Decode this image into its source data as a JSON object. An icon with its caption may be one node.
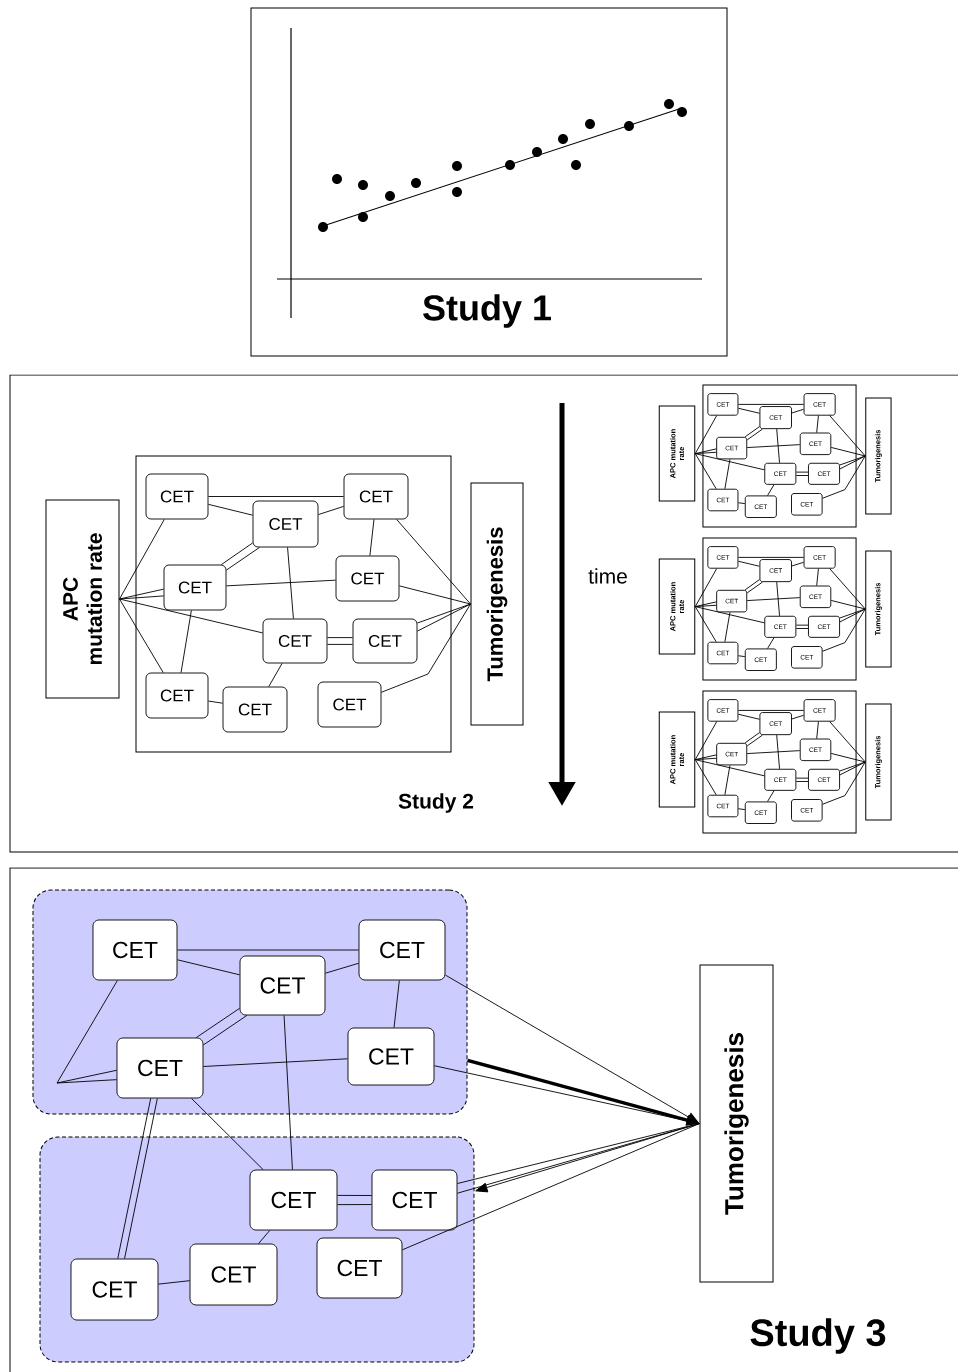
{
  "diagram": {
    "nodes": [
      {
        "text": [
          "Study 1"
        ]
      },
      {
        "text": [
          "Study 2"
        ]
      },
      {
        "text": [
          "APC mutation rate"
        ],
        "in": 1
      },
      {
        "text": [],
        "shape": "box",
        "in": 1
      },
      {
        "text": [
          "CET"
        ],
        "in": 3
      },
      {
        "text": [
          "CET"
        ],
        "in": 3
      },
      {
        "text": [
          "CET"
        ],
        "in": 3
      },
      {
        "text": [
          "CET"
        ],
        "in": 3
      },
      {
        "text": [
          "CET"
        ],
        "in": 3
      },
      {
        "text": [
          "CET"
        ],
        "in": 3
      },
      {
        "text": [
          "CET"
        ],
        "in": 3
      },
      {
        "text": [
          "CET"
        ],
        "in": 3
      },
      {
        "text": [
          "CET"
        ],
        "in": 3
      },
      {
        "text": [
          "CET"
        ],
        "in": 3
      },
      {
        "text": [
          "Tumorigenesis"
        ],
        "in": 1
      },
      {
        "text": [
          "APC mutation rate"
        ],
        "in": 1
      },
      {
        "text": [],
        "shape": "box",
        "in": 1
      },
      {
        "text": [
          "CET"
        ],
        "in": 16
      },
      {
        "text": [
          "CET"
        ],
        "in": 16
      },
      {
        "text": [
          "CET"
        ],
        "in": 16
      },
      {
        "text": [
          "CET"
        ],
        "in": 16
      },
      {
        "text": [
          "CET"
        ],
        "in": 16
      },
      {
        "text": [
          "CET"
        ],
        "in": 16
      },
      {
        "text": [
          "CET"
        ],
        "in": 16
      },
      {
        "text": [
          "CET"
        ],
        "in": 16
      },
      {
        "text": [
          "CET"
        ],
        "in": 16
      },
      {
        "text": [
          "CET"
        ],
        "in": 16
      },
      {
        "text": [
          "Tumorigenesis"
        ],
        "in": 1
      },
      {
        "text": [
          "APC mutation rate"
        ],
        "in": 1
      },
      {
        "text": [],
        "shape": "box",
        "in": 1
      },
      {
        "text": [
          "CET"
        ],
        "in": 29
      },
      {
        "text": [
          "CET"
        ],
        "in": 29
      },
      {
        "text": [
          "CET"
        ],
        "in": 29
      },
      {
        "text": [
          "CET"
        ],
        "in": 29
      },
      {
        "text": [
          "CET"
        ],
        "in": 29
      },
      {
        "text": [
          "CET"
        ],
        "in": 29
      },
      {
        "text": [
          "CET"
        ],
        "in": 29
      },
      {
        "text": [
          "CET"
        ],
        "in": 29
      },
      {
        "text": [
          "CET"
        ],
        "in": 29
      },
      {
        "text": [
          "CET"
        ],
        "in": 29
      },
      {
        "text": [
          "Tumorigenesis"
        ],
        "in": 1
      },
      {
        "text": [
          "APC mutation rate"
        ],
        "in": 1
      },
      {
        "text": [],
        "shape": "box",
        "in": 1
      },
      {
        "text": [
          "CET"
        ],
        "in": 42
      },
      {
        "text": [
          "CET"
        ],
        "in": 42
      },
      {
        "text": [
          "CET"
        ],
        "in": 42
      },
      {
        "text": [
          "CET"
        ],
        "in": 42
      },
      {
        "text": [
          "CET"
        ],
        "in": 42
      },
      {
        "text": [
          "CET"
        ],
        "in": 42
      },
      {
        "text": [
          "CET"
        ],
        "in": 42
      },
      {
        "text": [
          "CET"
        ],
        "in": 42
      },
      {
        "text": [
          "CET"
        ],
        "in": 42
      },
      {
        "text": [
          "CET"
        ],
        "in": 42
      },
      {
        "text": [
          "Tumorigenesis"
        ],
        "in": 1
      },
      {
        "text": [
          "Study 3"
        ]
      },
      {
        "text": [],
        "shape": "box",
        "in": 54
      },
      {
        "text": [
          "CET"
        ],
        "in": 55
      },
      {
        "text": [
          "CET"
        ],
        "in": 55
      },
      {
        "text": [
          "CET"
        ],
        "in": 55
      },
      {
        "text": [
          "CET"
        ],
        "in": 55
      },
      {
        "text": [
          "CET"
        ],
        "in": 55
      },
      {
        "text": [],
        "shape": "box",
        "in": 54
      },
      {
        "text": [
          "CET"
        ],
        "in": 61
      },
      {
        "text": [
          "CET"
        ],
        "in": 61
      },
      {
        "text": [
          "CET"
        ],
        "in": 61
      },
      {
        "text": [
          "CET"
        ],
        "in": 61
      },
      {
        "text": [
          "CET"
        ],
        "in": 61
      },
      {
        "text": [
          "Tumorigenesis"
        ],
        "in": 54
      }
    ],
    "edges": [
      {
        "from": 2,
        "to": 4,
        "arrow": "none"
      },
      {
        "from": 2,
        "to": 7,
        "arrow": "none"
      },
      {
        "from": 2,
        "to": 7,
        "arrow": "none"
      },
      {
        "from": 2,
        "to": 9,
        "arrow": "none"
      },
      {
        "from": 2,
        "to": 11,
        "arrow": "none"
      },
      {
        "from": 4,
        "to": 6,
        "arrow": "none"
      },
      {
        "from": 4,
        "to": 5,
        "arrow": "none"
      },
      {
        "from": 5,
        "to": 6,
        "arrow": "none"
      },
      {
        "from": 5,
        "to": 7,
        "arrow": "none"
      },
      {
        "from": 5,
        "to": 7,
        "arrow": "none"
      },
      {
        "from": 7,
        "to": 8,
        "arrow": "none"
      },
      {
        "from": 5,
        "to": 9,
        "arrow": "none"
      },
      {
        "from": 6,
        "to": 8,
        "arrow": "none"
      },
      {
        "from": 9,
        "to": 10,
        "arrow": "none"
      },
      {
        "from": 9,
        "to": 10,
        "arrow": "none"
      },
      {
        "from": 7,
        "to": 11,
        "arrow": "none"
      },
      {
        "from": 9,
        "to": 12,
        "arrow": "none"
      },
      {
        "from": 11,
        "to": 12,
        "arrow": "none"
      },
      {
        "from": 6,
        "to": 14,
        "arrow": "none"
      },
      {
        "from": 8,
        "to": 14,
        "arrow": "none"
      },
      {
        "from": 10,
        "to": 14,
        "arrow": "none"
      },
      {
        "from": 10,
        "to": 14,
        "arrow": "none"
      },
      {
        "from": 13,
        "to": 14,
        "arrow": "none"
      },
      {
        "from": 15,
        "to": 17,
        "arrow": "none"
      },
      {
        "from": 15,
        "to": 20,
        "arrow": "none"
      },
      {
        "from": 15,
        "to": 20,
        "arrow": "none"
      },
      {
        "from": 15,
        "to": 22,
        "arrow": "none"
      },
      {
        "from": 15,
        "to": 24,
        "arrow": "none"
      },
      {
        "from": 17,
        "to": 19,
        "arrow": "none"
      },
      {
        "from": 17,
        "to": 18,
        "arrow": "none"
      },
      {
        "from": 18,
        "to": 19,
        "arrow": "none"
      },
      {
        "from": 18,
        "to": 20,
        "arrow": "none"
      },
      {
        "from": 18,
        "to": 20,
        "arrow": "none"
      },
      {
        "from": 20,
        "to": 21,
        "arrow": "none"
      },
      {
        "from": 18,
        "to": 22,
        "arrow": "none"
      },
      {
        "from": 19,
        "to": 21,
        "arrow": "none"
      },
      {
        "from": 22,
        "to": 23,
        "arrow": "none"
      },
      {
        "from": 22,
        "to": 23,
        "arrow": "none"
      },
      {
        "from": 20,
        "to": 24,
        "arrow": "none"
      },
      {
        "from": 22,
        "to": 25,
        "arrow": "none"
      },
      {
        "from": 24,
        "to": 25,
        "arrow": "none"
      },
      {
        "from": 19,
        "to": 27,
        "arrow": "none"
      },
      {
        "from": 21,
        "to": 27,
        "arrow": "none"
      },
      {
        "from": 23,
        "to": 27,
        "arrow": "none"
      },
      {
        "from": 23,
        "to": 27,
        "arrow": "none"
      },
      {
        "from": 26,
        "to": 27,
        "arrow": "none"
      },
      {
        "from": 28,
        "to": 30,
        "arrow": "none"
      },
      {
        "from": 28,
        "to": 33,
        "arrow": "none"
      },
      {
        "from": 28,
        "to": 33,
        "arrow": "none"
      },
      {
        "from": 28,
        "to": 35,
        "arrow": "none"
      },
      {
        "from": 28,
        "to": 37,
        "arrow": "none"
      },
      {
        "from": 30,
        "to": 32,
        "arrow": "none"
      },
      {
        "from": 30,
        "to": 31,
        "arrow": "none"
      },
      {
        "from": 31,
        "to": 32,
        "arrow": "none"
      },
      {
        "from": 31,
        "to": 33,
        "arrow": "none"
      },
      {
        "from": 31,
        "to": 33,
        "arrow": "none"
      },
      {
        "from": 33,
        "to": 34,
        "arrow": "none"
      },
      {
        "from": 31,
        "to": 35,
        "arrow": "none"
      },
      {
        "from": 32,
        "to": 34,
        "arrow": "none"
      },
      {
        "from": 35,
        "to": 36,
        "arrow": "none"
      },
      {
        "from": 35,
        "to": 36,
        "arrow": "none"
      },
      {
        "from": 33,
        "to": 37,
        "arrow": "none"
      },
      {
        "from": 35,
        "to": 38,
        "arrow": "none"
      },
      {
        "from": 37,
        "to": 38,
        "arrow": "none"
      },
      {
        "from": 32,
        "to": 40,
        "arrow": "none"
      },
      {
        "from": 34,
        "to": 40,
        "arrow": "none"
      },
      {
        "from": 36,
        "to": 40,
        "arrow": "none"
      },
      {
        "from": 36,
        "to": 40,
        "arrow": "none"
      },
      {
        "from": 39,
        "to": 40,
        "arrow": "none"
      },
      {
        "from": 41,
        "to": 43,
        "arrow": "none"
      },
      {
        "from": 41,
        "to": 46,
        "arrow": "none"
      },
      {
        "from": 41,
        "to": 46,
        "arrow": "none"
      },
      {
        "from": 41,
        "to": 48,
        "arrow": "none"
      },
      {
        "from": 41,
        "to": 50,
        "arrow": "none"
      },
      {
        "from": 43,
        "to": 45,
        "arrow": "none"
      },
      {
        "from": 43,
        "to": 44,
        "arrow": "none"
      },
      {
        "from": 44,
        "to": 45,
        "arrow": "none"
      },
      {
        "from": 44,
        "to": 46,
        "arrow": "none"
      },
      {
        "from": 44,
        "to": 46,
        "arrow": "none"
      },
      {
        "from": 46,
        "to": 47,
        "arrow": "none"
      },
      {
        "from": 44,
        "to": 48,
        "arrow": "none"
      },
      {
        "from": 45,
        "to": 47,
        "arrow": "none"
      },
      {
        "from": 48,
        "to": 49,
        "arrow": "none"
      },
      {
        "from": 48,
        "to": 49,
        "arrow": "none"
      },
      {
        "from": 46,
        "to": 50,
        "arrow": "none"
      },
      {
        "from": 48,
        "to": 51,
        "arrow": "none"
      },
      {
        "from": 50,
        "to": 51,
        "arrow": "none"
      },
      {
        "from": 45,
        "to": 53,
        "arrow": "none"
      },
      {
        "from": 47,
        "to": 53,
        "arrow": "none"
      },
      {
        "from": 49,
        "to": 53,
        "arrow": "none"
      },
      {
        "from": 49,
        "to": 53,
        "arrow": "none"
      },
      {
        "from": 52,
        "to": 53,
        "arrow": "none"
      },
      {
        "from": null,
        "to": 56,
        "arrow": "none"
      },
      {
        "from": null,
        "to": 59,
        "arrow": "none"
      },
      {
        "from": null,
        "to": 59,
        "arrow": "none"
      },
      {
        "from": 56,
        "to": 58,
        "arrow": "none"
      },
      {
        "from": 56,
        "to": 57,
        "arrow": "none"
      },
      {
        "from": 57,
        "to": 58,
        "arrow": "none"
      },
      {
        "from": 57,
        "to": 59,
        "arrow": "none"
      },
      {
        "from": 57,
        "to": 59,
        "arrow": "none"
      },
      {
        "from": 59,
        "to": 60,
        "arrow": "none"
      },
      {
        "from": 58,
        "to": 60,
        "arrow": "none"
      },
      {
        "from": 57,
        "to": 62,
        "arrow": "none"
      },
      {
        "from": 59,
        "to": 62,
        "arrow": "none"
      },
      {
        "from": 59,
        "to": 64,
        "arrow": "none"
      },
      {
        "from": 59,
        "to": 64,
        "arrow": "none"
      },
      {
        "from": 62,
        "to": 63,
        "arrow": "none"
      },
      {
        "from": 62,
        "to": 63,
        "arrow": "none"
      },
      {
        "from": 62,
        "to": 65,
        "arrow": "none"
      },
      {
        "from": 64,
        "to": 65,
        "arrow": "none"
      },
      {
        "from": 58,
        "to": 67,
        "arrow": "to"
      },
      {
        "from": 55,
        "to": 67,
        "arrow": "to",
        "style": "thick"
      },
      {
        "from": 60,
        "to": 67,
        "arrow": "to"
      },
      {
        "from": 63,
        "to": 67,
        "arrow": "none"
      },
      {
        "from": 63,
        "to": 67,
        "arrow": "none"
      },
      {
        "from": 66,
        "to": 67,
        "arrow": "none"
      },
      {
        "from": 67,
        "to": 61,
        "arrow": "to"
      }
    ],
    "labels": [
      "time"
    ]
  }
}
